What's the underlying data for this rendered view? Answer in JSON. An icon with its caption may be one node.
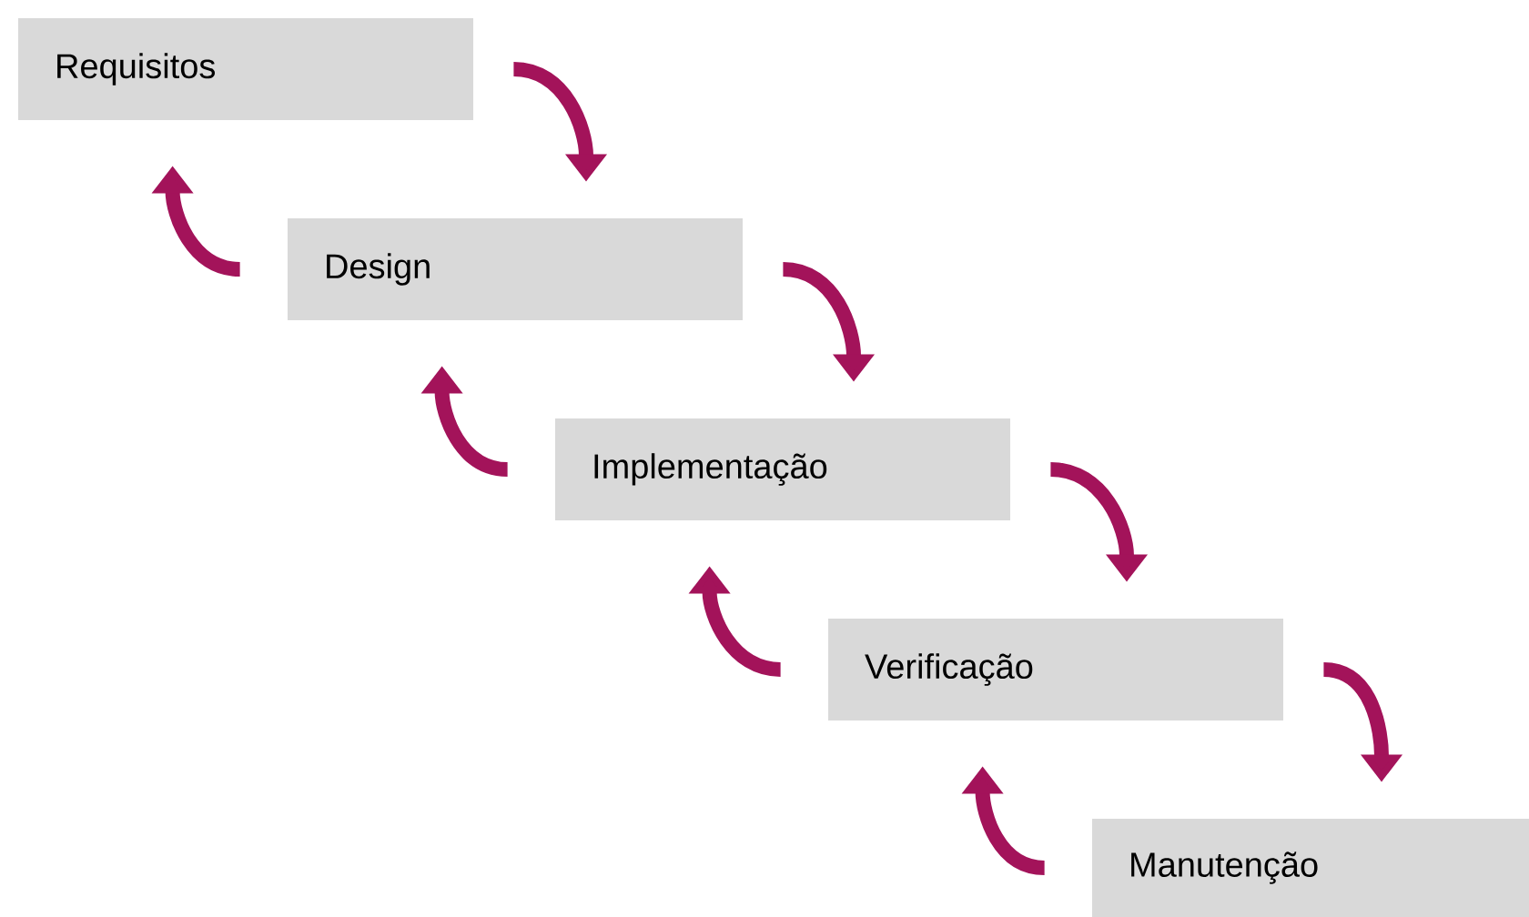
{
  "diagram": {
    "nodes": [
      {
        "text": [
          "Requisitos"
        ]
      },
      {
        "text": [
          "Design"
        ]
      },
      {
        "text": [
          "Implementação"
        ]
      },
      {
        "text": [
          "Verificação"
        ]
      },
      {
        "text": [
          "Manutenção"
        ]
      }
    ],
    "edges": [
      {
        "from": 0,
        "to": 1,
        "arrow": "to"
      },
      {
        "from": 1,
        "to": 0,
        "arrow": "to"
      },
      {
        "from": 1,
        "to": 2,
        "arrow": "to"
      },
      {
        "from": 2,
        "to": 1,
        "arrow": "to"
      },
      {
        "from": 2,
        "to": 3,
        "arrow": "to"
      },
      {
        "from": 3,
        "to": 2,
        "arrow": "to"
      },
      {
        "from": 3,
        "to": 4,
        "arrow": "to"
      },
      {
        "from": 4,
        "to": 3,
        "arrow": "to"
      }
    ]
  }
}
